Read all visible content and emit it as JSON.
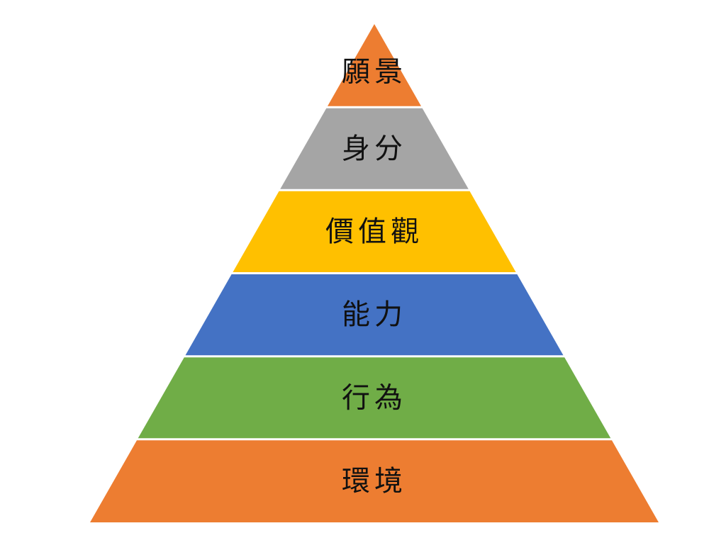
{
  "diagram": {
    "type": "pyramid",
    "tiers": [
      {
        "label": "願景",
        "color": "#ED7D31"
      },
      {
        "label": "身分",
        "color": "#A5A5A5"
      },
      {
        "label": "價值觀",
        "color": "#FFC000"
      },
      {
        "label": "能力",
        "color": "#4472C4"
      },
      {
        "label": "行為",
        "color": "#70AD47"
      },
      {
        "label": "環境",
        "color": "#ED7D31"
      }
    ],
    "separator_color": "#ffffff"
  }
}
